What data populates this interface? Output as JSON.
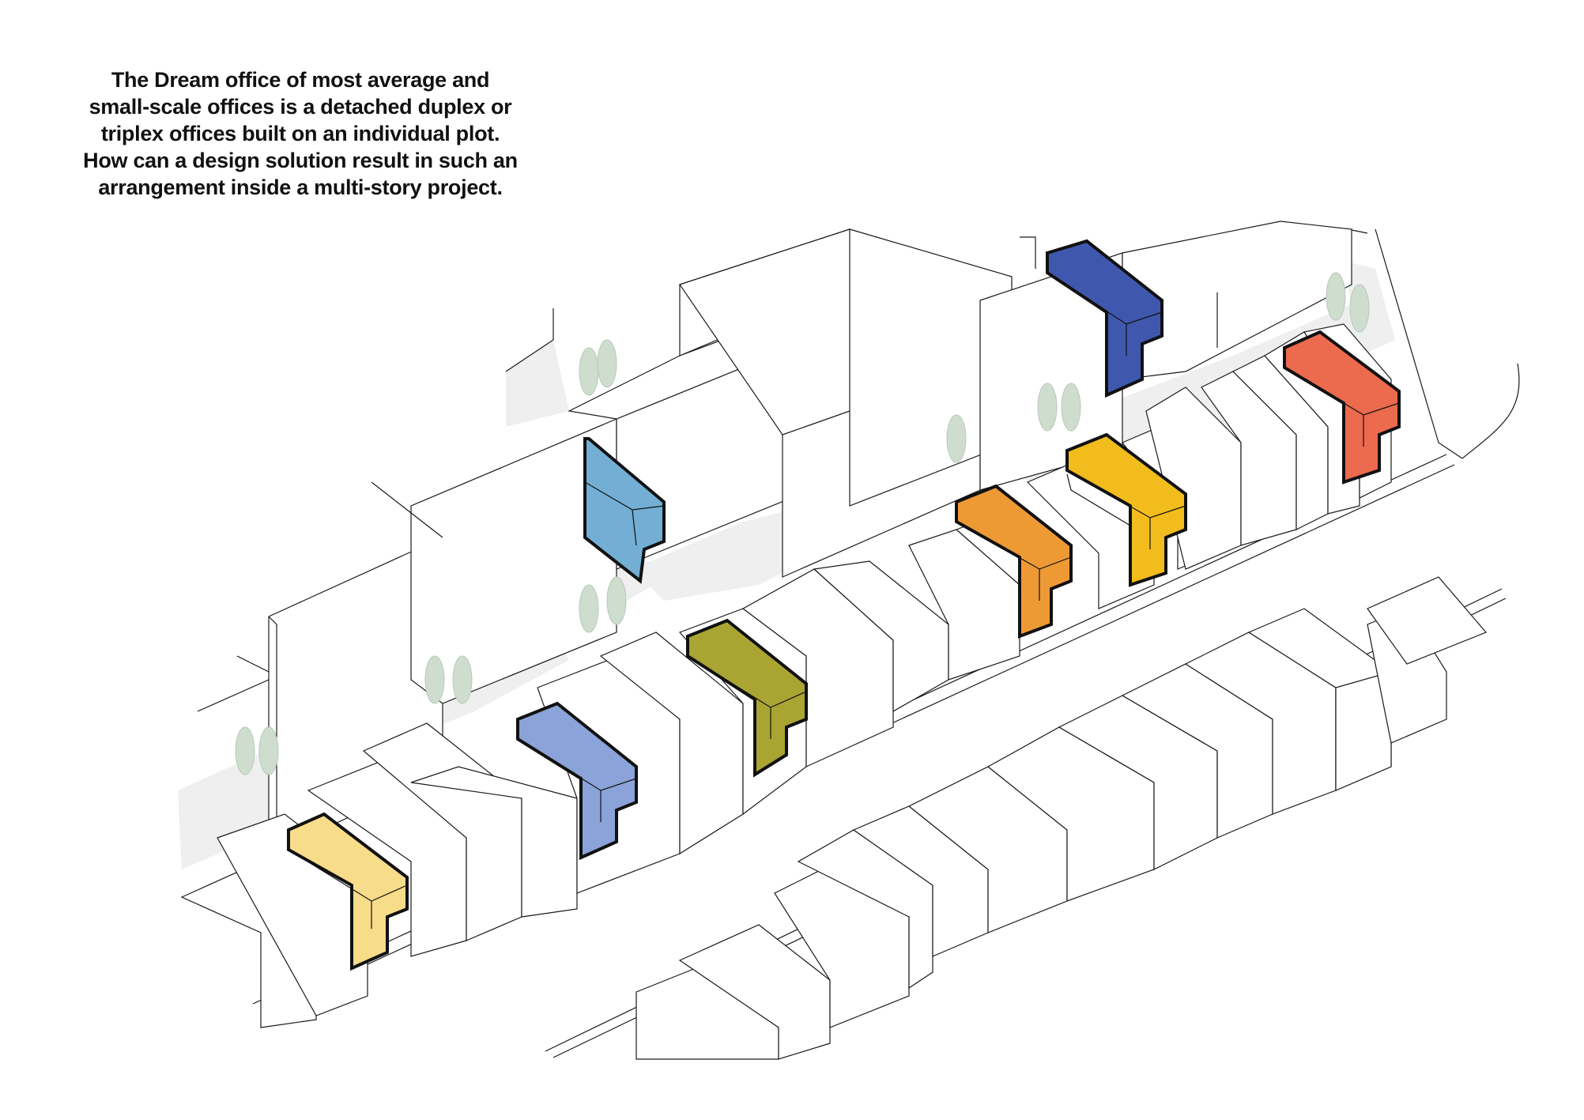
{
  "caption": {
    "lines": [
      "The Dream office of most average and",
      "small-scale offices is a detached duplex or",
      "triplex offices built on an individual plot.",
      "How can a design solution result in such an",
      "arrangement inside a multi-story project."
    ]
  },
  "colors": {
    "line": "#1a1a1a",
    "courtyard": "#efefef",
    "tree": "#cfddcf",
    "office_yellow_light": "#f7dc8a",
    "office_periwinkle": "#8aa3d8",
    "office_olive": "#aaa533",
    "office_sky": "#73afd4",
    "office_orange": "#ed9a35",
    "office_gold": "#f2bc1c",
    "office_navy": "#3f58ae",
    "office_red": "#ec6a4e"
  }
}
